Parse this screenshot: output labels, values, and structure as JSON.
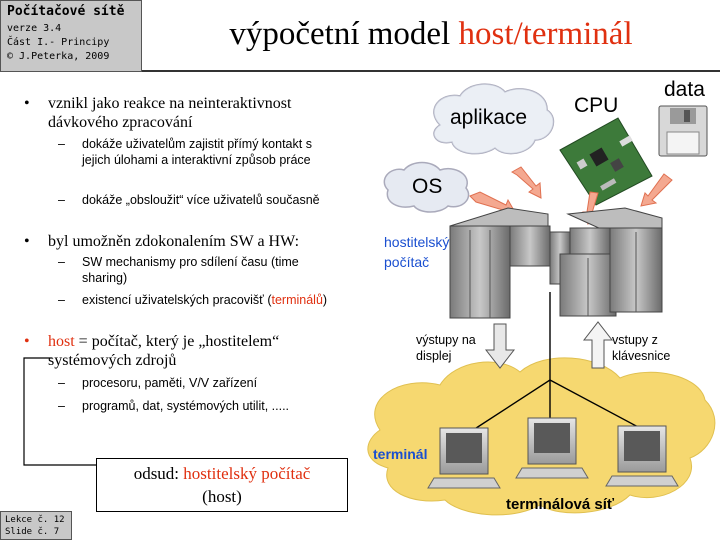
{
  "header": {
    "course": "Počítačové sítě",
    "version": "verze 3.4",
    "part": "Část I.- Principy",
    "copyright": "© J.Peterka, 2009"
  },
  "title": {
    "main": "výpočetní model ",
    "highlight": "host/terminál"
  },
  "bullets": {
    "b1": "vznikl jako reakce na neinteraktivnost dávkového zpracování",
    "b1_sub1": "dokáže uživatelům zajistit přímý kontakt s jejich úlohami  a interaktivní způsob práce",
    "b1_sub2": "dokáže „obsloužit“  více uživatelů současně",
    "b2": "byl umožněn zdokonalením SW a HW:",
    "b2_sub1": "SW mechanismy pro sdílení času (time sharing)",
    "b2_sub2_a": "existencí uživatelských pracovišť (",
    "b2_sub2_b": "terminálů",
    "b2_sub2_c": ")",
    "b3_host": "host",
    "b3_rest": " = počítač, který je „hostitelem“ systémových zdrojů",
    "b3_sub1": "procesoru, paměti, V/V zařízení",
    "b3_sub2": "programů, dat, systémových utilit, ....."
  },
  "callout": {
    "line1_a": "odsud: ",
    "line1_b": "hostitelský počítač",
    "line2": "(host)"
  },
  "diagram": {
    "aplikace": "aplikace",
    "cpu": "CPU",
    "data": "data",
    "os": "OS",
    "host_label_1": "hostitelský",
    "host_label_2": "počítač",
    "out_1": "výstupy na",
    "out_2": "displej",
    "in_1": "vstupy z",
    "in_2": "klávesnice",
    "terminal": "terminál",
    "network": "terminálová síť"
  },
  "footer": {
    "lesson": "Lekce č. 12",
    "slide": "Slide č. 7"
  },
  "colors": {
    "accent": "#e03010",
    "blue": "#1a4fd0",
    "cloud": "#f6d870",
    "header_bg": "#c8c8c8"
  }
}
